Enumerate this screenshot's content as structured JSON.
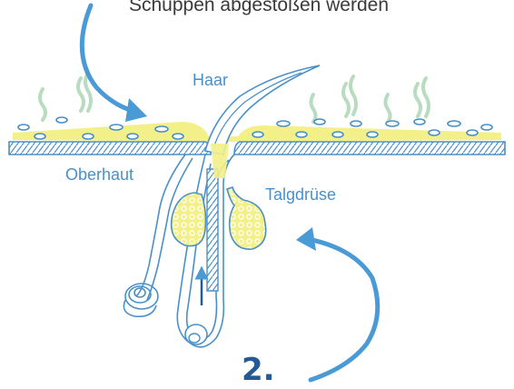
{
  "caption": "Schuppen abgestoßen werden",
  "labels": {
    "hair": "Haar",
    "epidermis": "Oberhaut",
    "sebaceous_gland": "Talgdrüse"
  },
  "step_number": "2.",
  "colors": {
    "outline": "#4a90c8",
    "arrow": "#4a9ad6",
    "sebum": "#f3f08a",
    "vapor": "#b9dcc0",
    "step_text": "#245a96"
  },
  "icons": {
    "arrow_down": "curved-arrow-down-icon",
    "arrow_cycle": "curved-arrow-cycle-icon",
    "vapor": "vapor-wave-icon"
  }
}
